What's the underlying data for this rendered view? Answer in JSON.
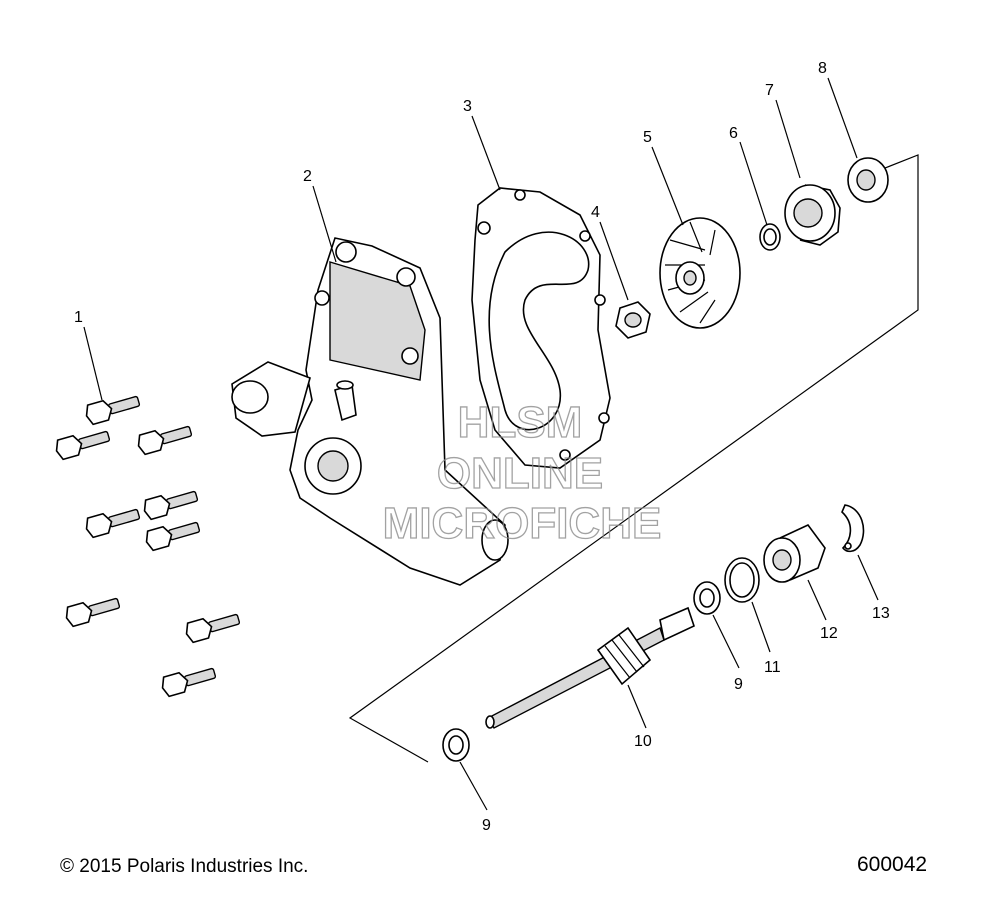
{
  "copyright": "© 2015 Polaris Industries Inc.",
  "figure_id": "600042",
  "watermark": [
    "HLSM",
    "ONLINE",
    "MICROFICHE"
  ],
  "callouts": [
    "1",
    "2",
    "3",
    "4",
    "5",
    "6",
    "7",
    "8",
    "9",
    "10",
    "9",
    "11",
    "12",
    "13"
  ]
}
